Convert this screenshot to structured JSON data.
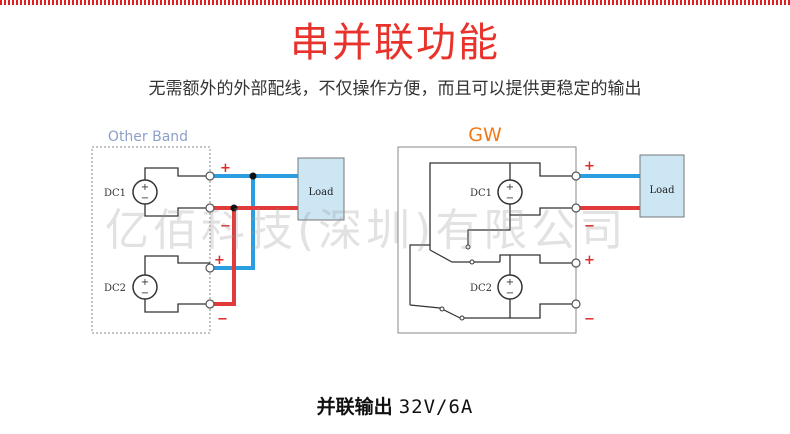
{
  "header": {
    "title": "串并联功能",
    "subtitle": "无需额外的外部配线，不仅操作方便，而且可以提供更稳定的输出"
  },
  "left_diagram": {
    "label": "Other Band",
    "dc1": "DC1",
    "dc2": "DC2",
    "load": "Load",
    "plus": "+",
    "minus": "−"
  },
  "right_diagram": {
    "label": "GW",
    "dc1": "DC1",
    "dc2": "DC2",
    "load": "Load",
    "plus": "+",
    "minus": "−"
  },
  "watermark": "亿佰科技(深圳)有限公司",
  "footer": {
    "mode_label": "并联输出",
    "rating": "32V/6A"
  },
  "colors": {
    "title": "#e8332c",
    "positive_wire": "#2a9ee0",
    "negative_wire": "#e03a3a",
    "polarity": "#e02a2a",
    "gw_label": "#f07a1a",
    "other_label": "#8da0c8",
    "load_fill": "#cde6f4"
  }
}
